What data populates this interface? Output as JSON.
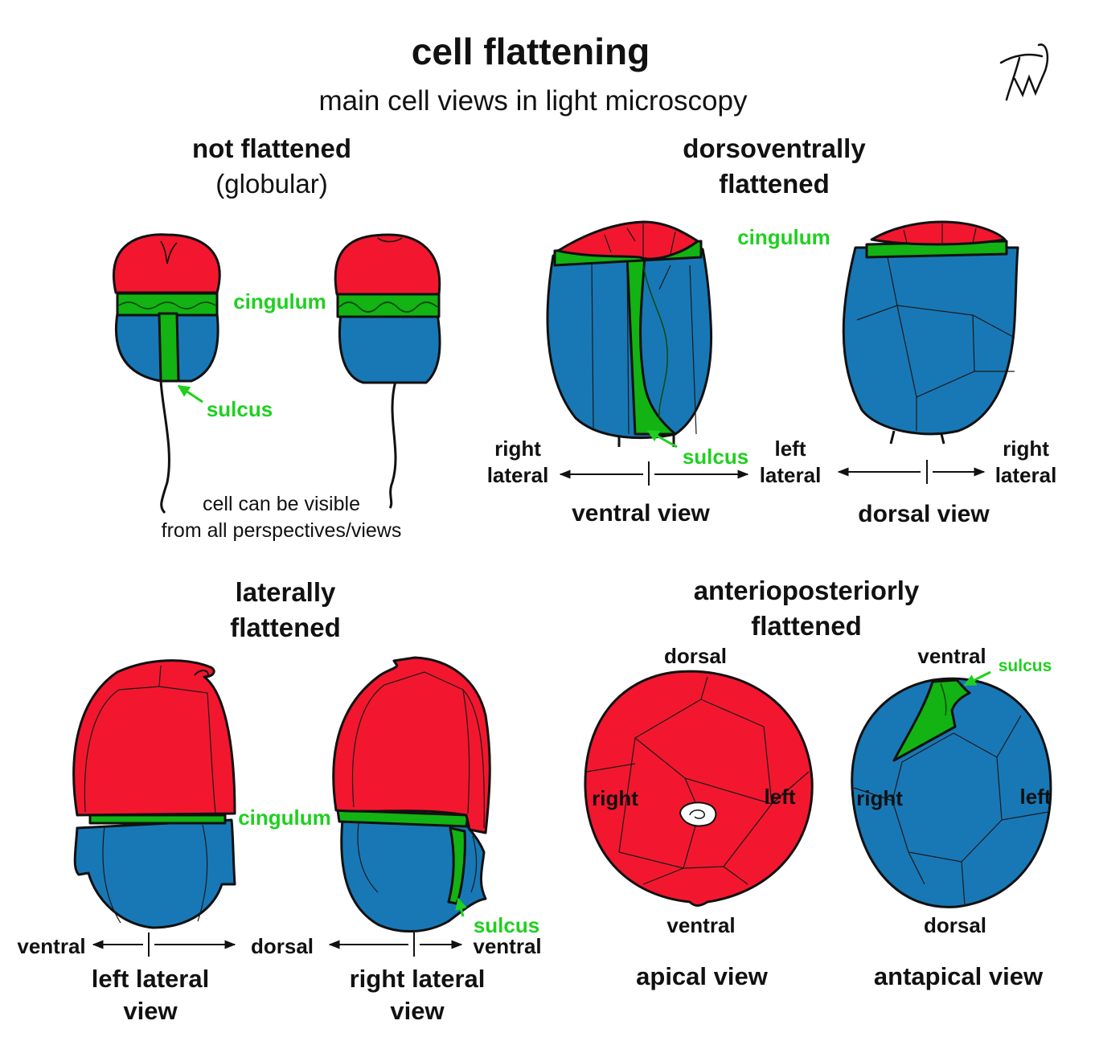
{
  "title": "cell flattening",
  "subtitle": "main cell views in light microscopy",
  "colors": {
    "epitheca": "#f2172e",
    "hypotheca": "#1878b6",
    "groove": "#12b312",
    "label_green": "#1fd01f"
  },
  "panels": {
    "not_flattened": {
      "heading_line1": "not flattened",
      "heading_line2": "(globular)",
      "cingulum": "cingulum",
      "sulcus": "sulcus",
      "note_line1": "cell can be visible",
      "note_line2": "from all perspectives/views"
    },
    "dorsoventral": {
      "heading_line1": "dorsoventrally",
      "heading_line2": "flattened",
      "cingulum": "cingulum",
      "sulcus": "sulcus",
      "ventral_view": {
        "left_line1": "right",
        "left_line2": "lateral",
        "right_line1": "left",
        "right_line2": "lateral",
        "caption": "ventral view"
      },
      "dorsal_view": {
        "right_line1": "right",
        "right_line2": "lateral",
        "caption": "dorsal view"
      }
    },
    "lateral": {
      "heading_line1": "laterally",
      "heading_line2": "flattened",
      "cingulum": "cingulum",
      "sulcus": "sulcus",
      "left_view": {
        "left": "ventral",
        "caption_line1": "left lateral",
        "caption_line2": "view"
      },
      "right_view": {
        "left": "dorsal",
        "right": "ventral",
        "caption_line1": "right lateral",
        "caption_line2": "view"
      }
    },
    "anterioposterior": {
      "heading_line1": "anterioposteriorly",
      "heading_line2": "flattened",
      "sulcus": "sulcus",
      "apical": {
        "top": "dorsal",
        "bottom": "ventral",
        "left": "right",
        "right": "left",
        "caption": "apical view"
      },
      "antapical": {
        "top": "ventral",
        "bottom": "dorsal",
        "left": "right",
        "right": "left",
        "caption": "antapical view"
      }
    }
  }
}
